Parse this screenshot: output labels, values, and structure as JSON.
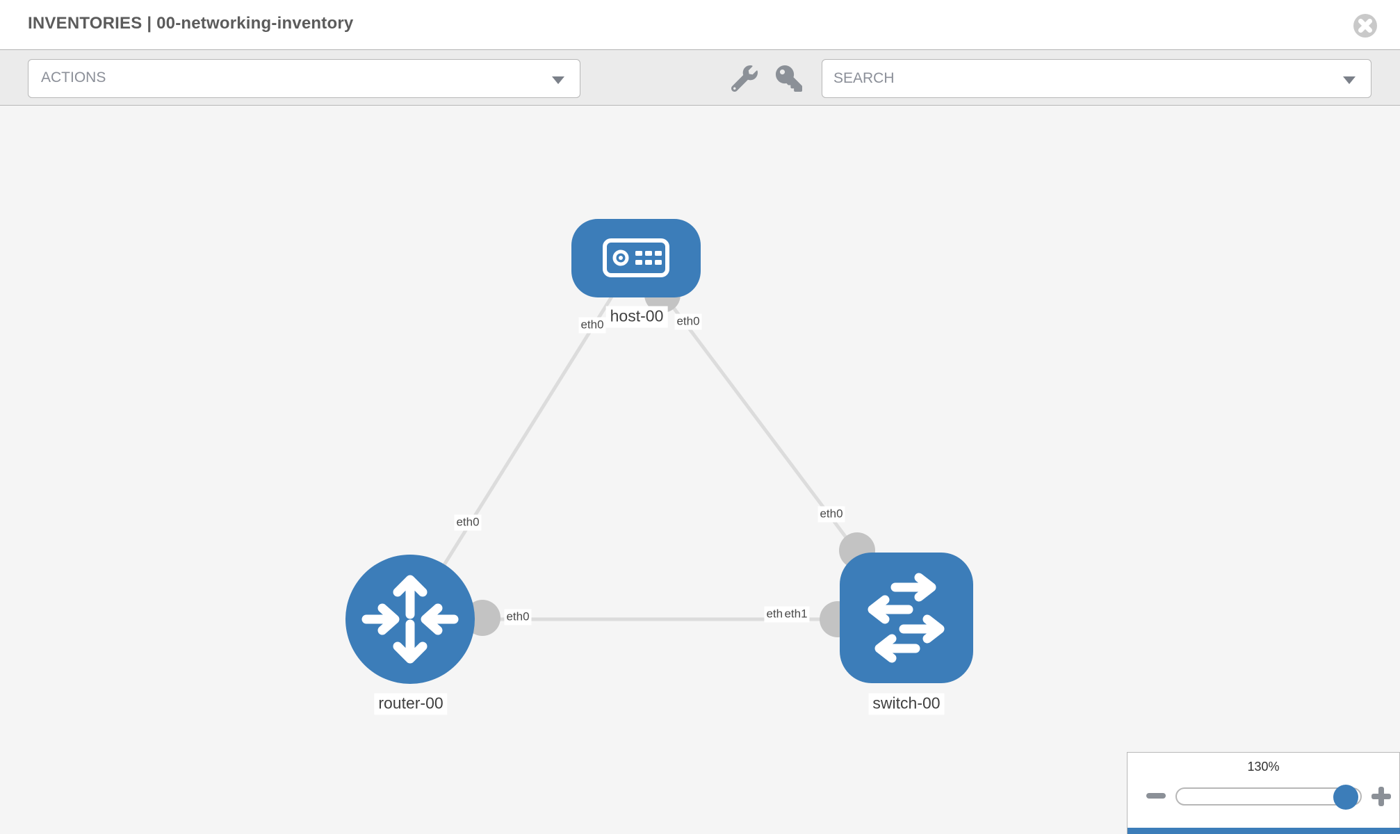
{
  "header": {
    "title": "INVENTORIES | 00-networking-inventory"
  },
  "toolbar": {
    "actions_label": "ACTIONS",
    "search_placeholder": "SEARCH",
    "icons": [
      "wrench-icon",
      "key-icon"
    ]
  },
  "topology": {
    "nodes": [
      {
        "id": "host-00",
        "type": "host",
        "label": "host-00"
      },
      {
        "id": "router-00",
        "type": "router",
        "label": "router-00"
      },
      {
        "id": "switch-00",
        "type": "switch",
        "label": "switch-00"
      }
    ],
    "links": [
      {
        "from": "host-00",
        "to": "router-00",
        "from_interface": "eth0",
        "to_interface": "eth0"
      },
      {
        "from": "host-00",
        "to": "switch-00",
        "from_interface": "eth0",
        "to_interface": "eth0"
      },
      {
        "from": "router-00",
        "to": "switch-00",
        "from_interface": "eth0",
        "to_interface": "eth1",
        "overlapped_interface": "eth0"
      }
    ]
  },
  "zoom_control": {
    "level": "130%",
    "minus_icon": "minus-icon",
    "plus_icon": "plus-icon"
  },
  "colors": {
    "node_blue": "#3c7db9",
    "link_gray": "#dcdcdc",
    "port_gray": "#c3c3c3",
    "toolbar_gray": "#ebebeb",
    "canvas_gray": "#f5f5f5"
  }
}
